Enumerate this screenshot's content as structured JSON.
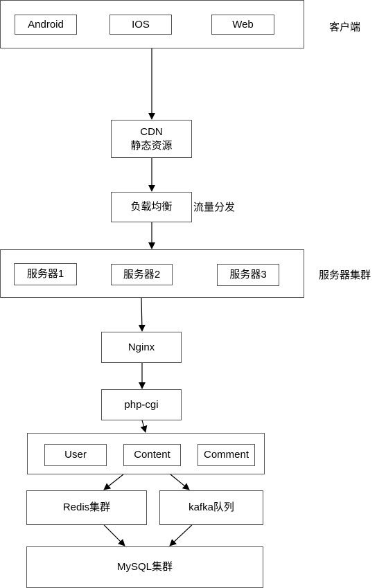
{
  "client": {
    "nodes": [
      "Android",
      "IOS",
      "Web"
    ],
    "label": "客户端"
  },
  "cdn": {
    "line1": "CDN",
    "line2": "静态资源"
  },
  "lb": {
    "text": "负载均衡",
    "note": "流量分发"
  },
  "servers": {
    "nodes": [
      "服务器1",
      "服务器2",
      "服务器3"
    ],
    "label": "服务器集群"
  },
  "nginx": "Nginx",
  "phpcgi": "php-cgi",
  "modules": [
    "User",
    "Content",
    "Comment"
  ],
  "redis": "Redis集群",
  "kafka": "kafka队列",
  "mysql": "MySQL集群",
  "colors": {
    "stroke": "#555555",
    "arrow": "#000000"
  }
}
